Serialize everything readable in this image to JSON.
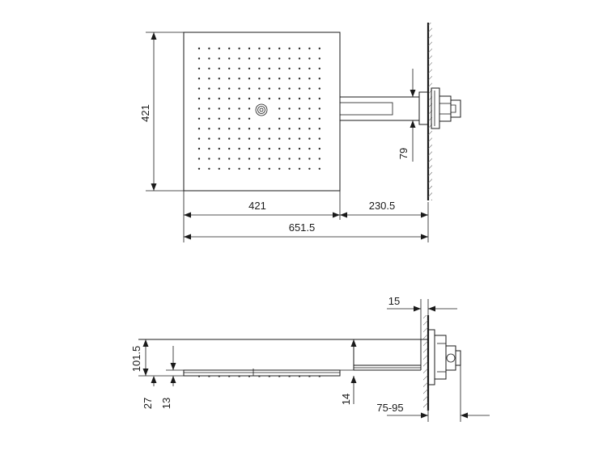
{
  "top_view": {
    "height_dim": "421",
    "width_dim": "421",
    "arm_dim": "230.5",
    "total_dim": "651.5",
    "arm_height_dim": "79"
  },
  "side_view": {
    "wall_plate_dim": "15",
    "height_dim": "101.5",
    "head_dim_27": "27",
    "head_dim_13": "13",
    "head_thickness_dim": "14",
    "wall_range_dim": "75-95"
  },
  "colors": {
    "line": "#1a1a1a",
    "background": "#ffffff"
  }
}
